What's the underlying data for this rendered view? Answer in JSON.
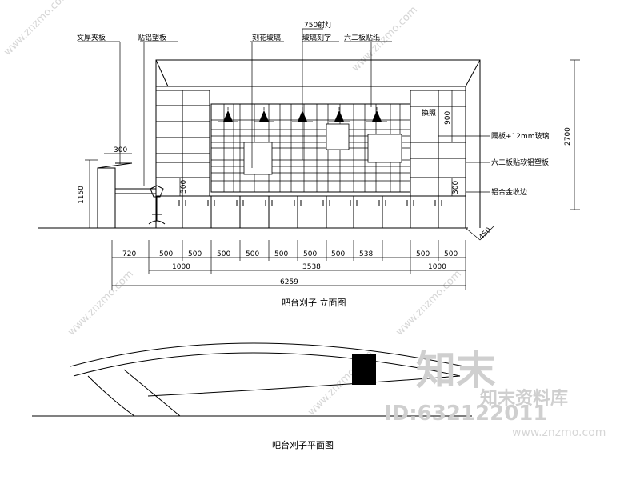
{
  "labels": {
    "l1": "文厚夹板",
    "l2": "贴铝塑板",
    "l3": "刻花玻璃",
    "l4": "750射灯",
    "l5": "玻璃刻字",
    "l6": "六二板贴纸",
    "l7": "换照",
    "l8": "隔板+12mm玻璃",
    "l9": "六二板贴软铝塑板",
    "l10": "铝合金收边"
  },
  "dims": {
    "d300": "300",
    "d1150": "1150",
    "d300b": "300",
    "d900": "900",
    "d2700": "2700",
    "d300c": "300",
    "d450": "450",
    "bottom_row": [
      "720",
      "500",
      "500",
      "500",
      "500",
      "500",
      "500",
      "500",
      "538",
      "500",
      "500"
    ],
    "sub_left": "1000",
    "sub_mid": "3538",
    "sub_right": "1000",
    "total": "6259"
  },
  "titles": {
    "elevation": "吧台刈子 立面图",
    "plan": "吧台刈子平面图"
  },
  "watermark": {
    "small": "www.znzmo.com",
    "brand_big": "知末",
    "brand_sub": "知末资料库",
    "id": "ID:632122011",
    "url": "www.znzmo.com"
  }
}
